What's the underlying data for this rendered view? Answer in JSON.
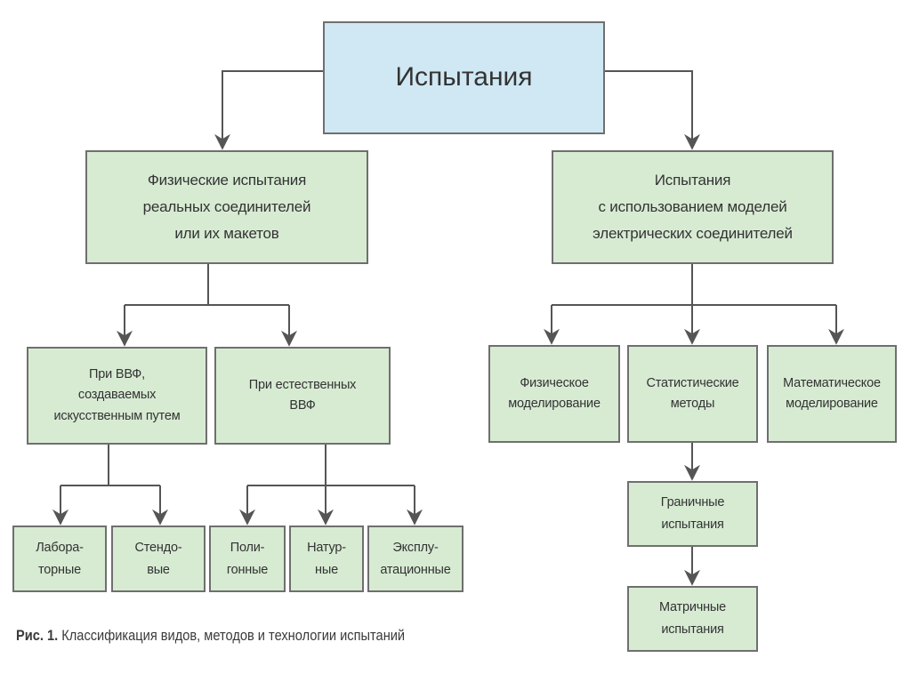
{
  "diagram": {
    "root": "Испытания",
    "physical": "Физические испытания\nреальных соединителей\nили их макетов",
    "models": "Испытания\nс использованием моделей\nэлектрических соединителей",
    "vvf_artificial": "При ВВФ,\nсоздаваемых\nискусственным путем",
    "vvf_natural": "При естественных\nВВФ",
    "lab": "Лабора-\nторные",
    "stand": "Стендо-\nвые",
    "polygon": "Поли-\nгонные",
    "natural": "Натур-\nные",
    "operational": "Эксплу-\nатационные",
    "phys_modeling": "Физическое\nмоделирование",
    "stat_methods": "Статистические\nметоды",
    "math_modeling": "Математическое\nмоделирование",
    "boundary": "Граничные\nиспытания",
    "matrix": "Матричные\nиспытания"
  },
  "caption": {
    "label": "Рис. 1.",
    "text": "Классификация видов, методов и технологии испытаний"
  }
}
